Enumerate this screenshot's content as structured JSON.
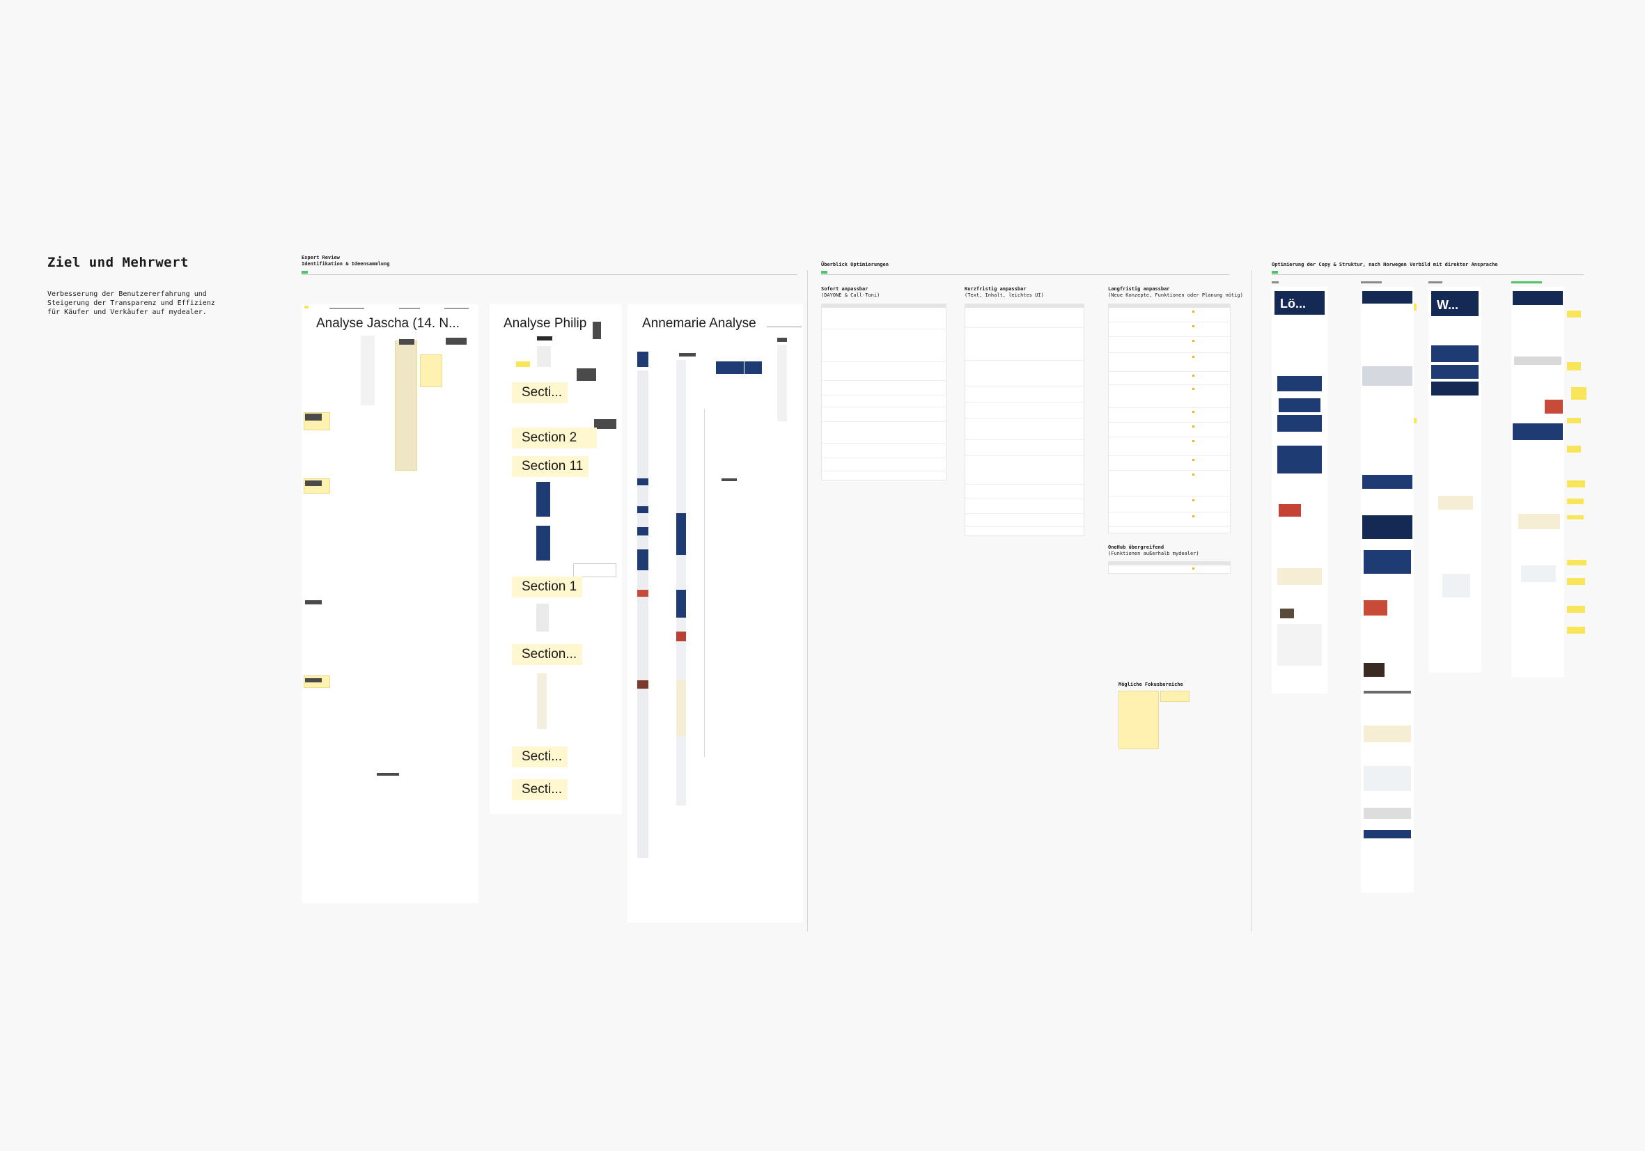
{
  "intro": {
    "title": "Ziel und Mehrwert",
    "text": "Verbesserung der Benutzererfahrung und Steigerung der Transparenz und Effizienz für Käufer und Verkäufer auf mydealer."
  },
  "expert_review": {
    "title": "Expert Review",
    "subtitle": "Identifikation & Ideensammlung",
    "frames": {
      "jascha": "Analyse Jascha (14. N...",
      "philip": "Analyse Philip",
      "annemarie": "Annemarie Analyse"
    },
    "sections": [
      "Secti...",
      "Section 2",
      "Section 11",
      "Section 1",
      "Section...",
      "Secti...",
      "Secti..."
    ]
  },
  "overview": {
    "title": "Überblick Optimierungen",
    "columns": [
      {
        "title": "Sofort anpassbar",
        "subtitle": "(DAYONE & Call-Toni)"
      },
      {
        "title": "Kurzfristig anpassbar",
        "subtitle": "(Text, Inhalt, leichtes UI)"
      },
      {
        "title": "Langfristig anpassbar",
        "subtitle": "(Neue Konzepte, Funktionen oder Planung nötig)"
      }
    ],
    "onehub": {
      "title": "OneHub übergreifend",
      "subtitle": "(Funktionen außerhalb mydealer)"
    },
    "focus": {
      "title": "Mögliche Fokusbereiche"
    }
  },
  "copy": {
    "title": "Optimierung der Copy & Struktur, nach Norwegen Vorbild mit direkter Ansprache",
    "screen_titles": [
      "Lö...",
      "W..."
    ]
  },
  "colors": {
    "background": "#f8f8f8",
    "frame": "#ffffff",
    "sticky_yellow": "#f9e55a",
    "section_yellow": "#fff7cf",
    "tag_green": "#4ec46a",
    "navy": "#1f3b73"
  }
}
